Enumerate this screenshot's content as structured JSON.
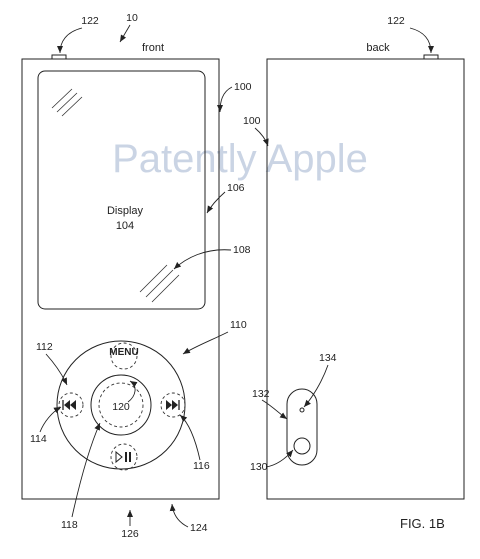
{
  "figure": {
    "fig_label": "FIG. 1B",
    "watermark": "Patently Apple"
  },
  "front": {
    "title": "front",
    "display_label": "Display",
    "display_number": "104",
    "menu_label": "MENU"
  },
  "back": {
    "title": "back"
  },
  "refs": {
    "r10": "10",
    "r122_front": "122",
    "r122_back": "122",
    "r100_front": "100",
    "r100_back": "100",
    "r106": "106",
    "r108": "108",
    "r110": "110",
    "r112": "112",
    "r114": "114",
    "r116": "116",
    "r118": "118",
    "r120": "120",
    "r124": "124",
    "r126": "126",
    "r130": "130",
    "r132": "132",
    "r134": "134"
  }
}
